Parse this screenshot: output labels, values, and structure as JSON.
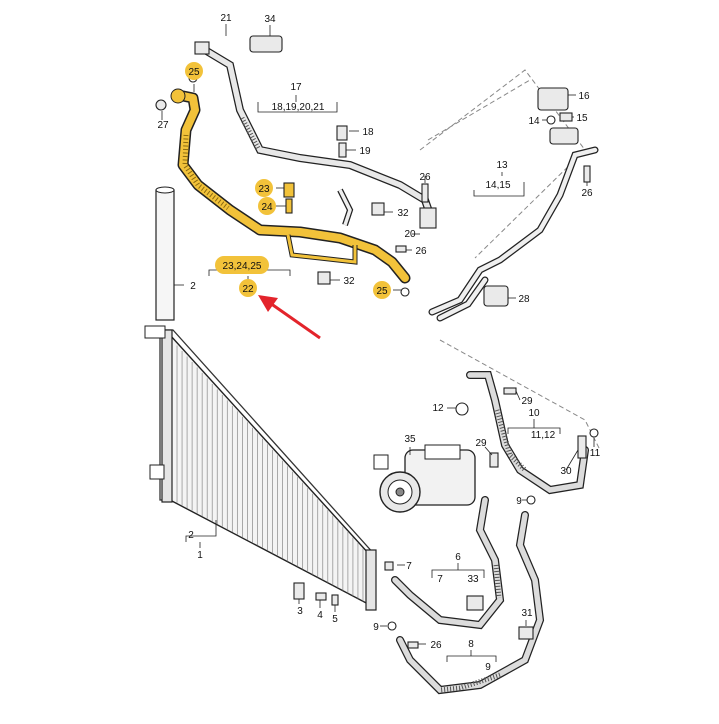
{
  "colors": {
    "highlight": "#f2c23a",
    "arrow": "#e3242b",
    "line": "#222222",
    "dashed": "#777777",
    "part_fill": "#ececec"
  },
  "labels": {
    "l21": "21",
    "l34": "34",
    "l25a": "25",
    "l27": "27",
    "l17": "17",
    "l17sub": "18,19,20,21",
    "l18": "18",
    "l19": "19",
    "l23": "23",
    "l24": "24",
    "l26a": "26",
    "l32a": "32",
    "l20": "20",
    "l26b": "26",
    "l32b": "32",
    "l25b": "25",
    "l232425": "23,24,25",
    "l22": "22",
    "l2a": "2",
    "l16": "16",
    "l14": "14",
    "l15": "15",
    "l13": "13",
    "l13sub": "14,15",
    "l26c": "26",
    "l28": "28",
    "l29a": "29",
    "l12": "12",
    "l10": "10",
    "l10sub": "11,12",
    "l35": "35",
    "l29b": "29",
    "l30": "30",
    "l11": "11",
    "l9a": "9",
    "l2b": "2",
    "l1": "1",
    "l7a": "7",
    "l6": "6",
    "l7b": "7",
    "l33": "33",
    "l3": "3",
    "l4": "4",
    "l5": "5",
    "l31": "31",
    "l9b": "9",
    "l26d": "26",
    "l8": "8",
    "l9c": "9"
  }
}
